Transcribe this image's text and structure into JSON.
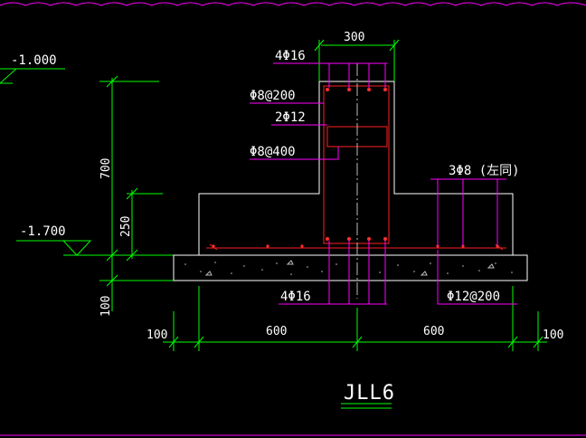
{
  "drawing": {
    "title": "JLL6",
    "elevations": {
      "top": "-1.000",
      "bottom": "-1.700"
    },
    "vertical_dims": {
      "total": "700",
      "flange": "250",
      "pad": "100"
    },
    "horizontal_dims": {
      "web": "300",
      "left_pad": "100",
      "left_half": "600",
      "right_half": "600",
      "right_pad": "100"
    },
    "rebar_labels": {
      "top_bars": "4Φ16",
      "stirrup_main": "Φ8@200",
      "side_bars": "2Φ12",
      "tie_bars": "Φ8@400",
      "flange_bars": "3Φ8 (左同)",
      "bottom_bars": "4Φ16",
      "flange_stirrup": "Φ12@200"
    }
  },
  "colors": {
    "background": "#000000",
    "outline": "#ffffff",
    "dimension": "#00ff00",
    "rebar": "#ff0000",
    "leader": "#ff00ff",
    "text": "#ffffff"
  }
}
